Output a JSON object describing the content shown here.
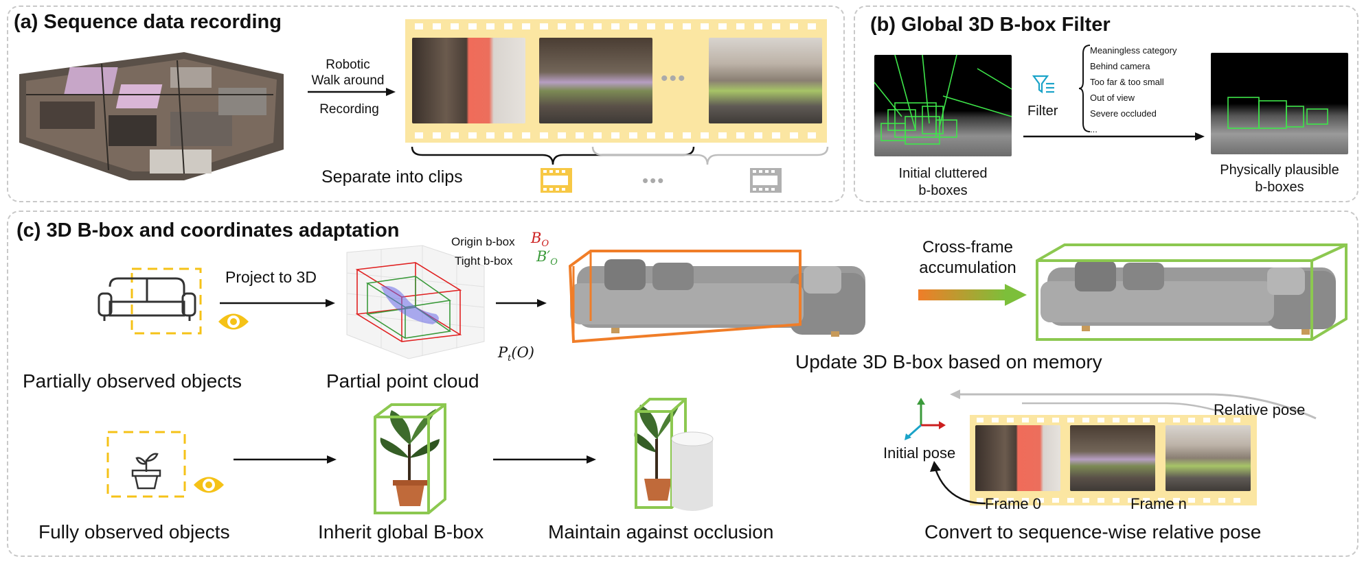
{
  "panel_a": {
    "title": "(a) Sequence data recording",
    "arrow_top": "Robotic\nWalk around",
    "arrow_bottom": "Recording",
    "separate": "Separate into clips",
    "ellipsis": "•••"
  },
  "panel_b": {
    "title": "(b) Global 3D B-box Filter",
    "filter_label": "Filter",
    "filter_items": [
      "Meaningless category",
      "Behind camera",
      "Too far & too small",
      "Out of view",
      "Severe occluded",
      "..."
    ],
    "left_caption": "Initial cluttered\nb-boxes",
    "right_caption": "Physically plausible\nb-boxes"
  },
  "panel_c": {
    "title": "(c) 3D B-box and coordinates adaptation",
    "project": "Project to 3D",
    "origin_label": "Origin b-box",
    "tight_label": "Tight b-box",
    "pt_label": "P",
    "partial_objects": "Partially observed objects",
    "partial_cloud": "Partial point cloud",
    "cross_frame": "Cross-frame\naccumulation",
    "update": "Update 3D B-box based on memory",
    "fully_objects": "Fully observed objects",
    "inherit": "Inherit global B-box",
    "maintain": "Maintain against occlusion",
    "relative_pose": "Relative pose",
    "initial_pose": "Initial pose",
    "frame0": "Frame 0",
    "framen": "Frame n",
    "convert": "Convert to sequence-wise relative pose"
  },
  "colors": {
    "film": "#fbe6a2",
    "accent_yellow": "#f5c217",
    "box_green": "#8cc850",
    "box_orange": "#f07d28",
    "arrow_gray": "#bdbdbd",
    "axis_red": "#cc1f1f",
    "axis_green": "#3a9a3a",
    "axis_blue": "#1aa3c8"
  }
}
